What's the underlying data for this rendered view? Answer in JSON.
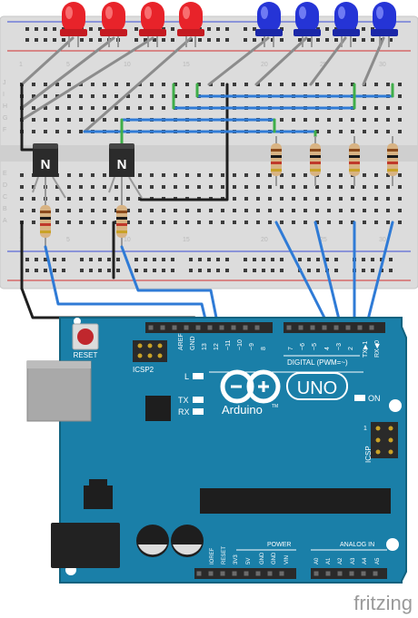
{
  "breadboard": {
    "row_letters_top": [
      "J",
      "I",
      "H",
      "G",
      "F"
    ],
    "row_letters_bottom": [
      "E",
      "D",
      "C",
      "B",
      "A"
    ],
    "column_numbers": [
      "1",
      "5",
      "10",
      "15",
      "20",
      "25",
      "30"
    ]
  },
  "leds": {
    "red_count": 4,
    "blue_count": 4,
    "red_color": "#e8232a",
    "blue_color": "#2534d6"
  },
  "transistors": [
    {
      "label": "N"
    },
    {
      "label": "N"
    }
  ],
  "arduino": {
    "reset_label": "RESET",
    "icsp2_label": "ICSP2",
    "icsp_label": "ICSP",
    "board_name": "UNO",
    "brand": "Arduino",
    "brand_tm": "TM",
    "l_label": "L",
    "tx_label": "TX",
    "rx_label": "RX",
    "on_label": "ON",
    "digital_label": "DIGITAL (PWM=~)",
    "top_left_pins": [
      "AREF",
      "GND",
      "13",
      "12",
      "~11",
      "~10",
      "~9",
      "8"
    ],
    "top_right_pins": [
      "7",
      "~6",
      "~5",
      "4",
      "~3",
      "2",
      "TX▶1",
      "RX◀0"
    ],
    "power_label": "POWER",
    "analog_label": "ANALOG IN",
    "power_pins": [
      "IOREF",
      "RESET",
      "3V3",
      "5V",
      "GND",
      "GND",
      "VIN"
    ],
    "analog_pins": [
      "A0",
      "A1",
      "A2",
      "A3",
      "A4",
      "A5"
    ],
    "icsp_pin1": "1",
    "board_color": "#1a7fa8",
    "board_color_dark": "#10627f"
  },
  "watermark": "fritzing"
}
